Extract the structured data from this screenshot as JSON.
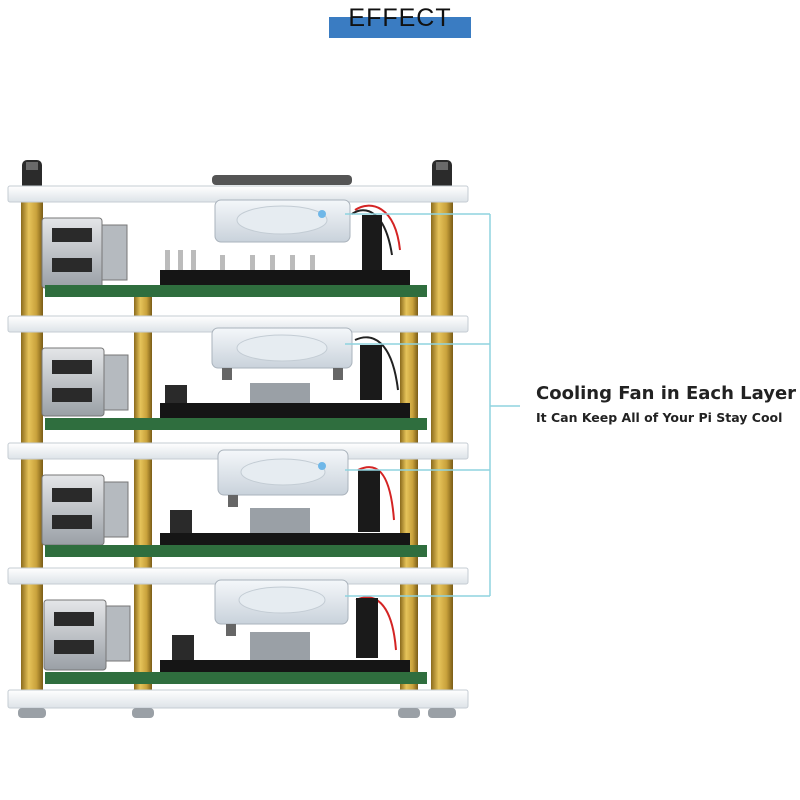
{
  "header": {
    "title": "EFFECT",
    "band_color": "#3a7cc2"
  },
  "caption": {
    "title": "Cooling Fan in Each Layer",
    "subtitle": "It Can Keep All of Your Pi Stay Cool"
  },
  "colors": {
    "acrylic": "#f3f5f7",
    "brass": "#c9a23c",
    "pcb": "#2f6e3e",
    "leader_line": "#8fd3df"
  },
  "stack": {
    "layer_count": 4
  }
}
